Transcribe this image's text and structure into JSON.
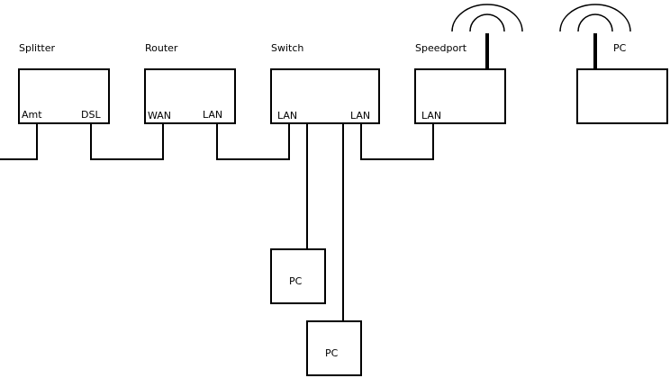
{
  "devices": {
    "splitter": {
      "title": "Splitter",
      "ports": [
        "Amt",
        "DSL"
      ]
    },
    "router": {
      "title": "Router",
      "ports": [
        "WAN",
        "LAN"
      ]
    },
    "switch": {
      "title": "Switch",
      "ports": [
        "LAN",
        "LAN"
      ]
    },
    "speedport": {
      "title": "Speedport",
      "ports": [
        "LAN"
      ]
    },
    "wifi_pc": {
      "title": "PC"
    },
    "pc1": {
      "title": "PC"
    },
    "pc2": {
      "title": "PC"
    }
  },
  "colors": {
    "stroke": "#000000",
    "background": "#ffffff"
  }
}
